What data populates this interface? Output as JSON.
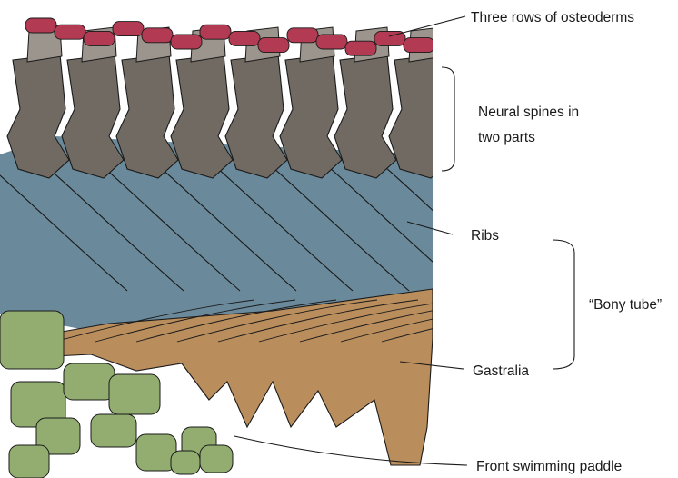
{
  "labels": {
    "osteoderms": "Three rows of osteoderms",
    "neural_spines_line1": "Neural spines in",
    "neural_spines_line2": "two parts",
    "ribs": "Ribs",
    "bony_tube": "“Bony tube”",
    "gastralia": "Gastralia",
    "paddle": "Front swimming paddle"
  },
  "colors": {
    "osteoderm": "#b23a52",
    "spine_upper": "#9c958d",
    "spine_lower": "#706a62",
    "rib": "#6a8a9b",
    "gastralia": "#b98d5c",
    "paddle": "#93ad71",
    "outline": "#1a1a1a"
  }
}
